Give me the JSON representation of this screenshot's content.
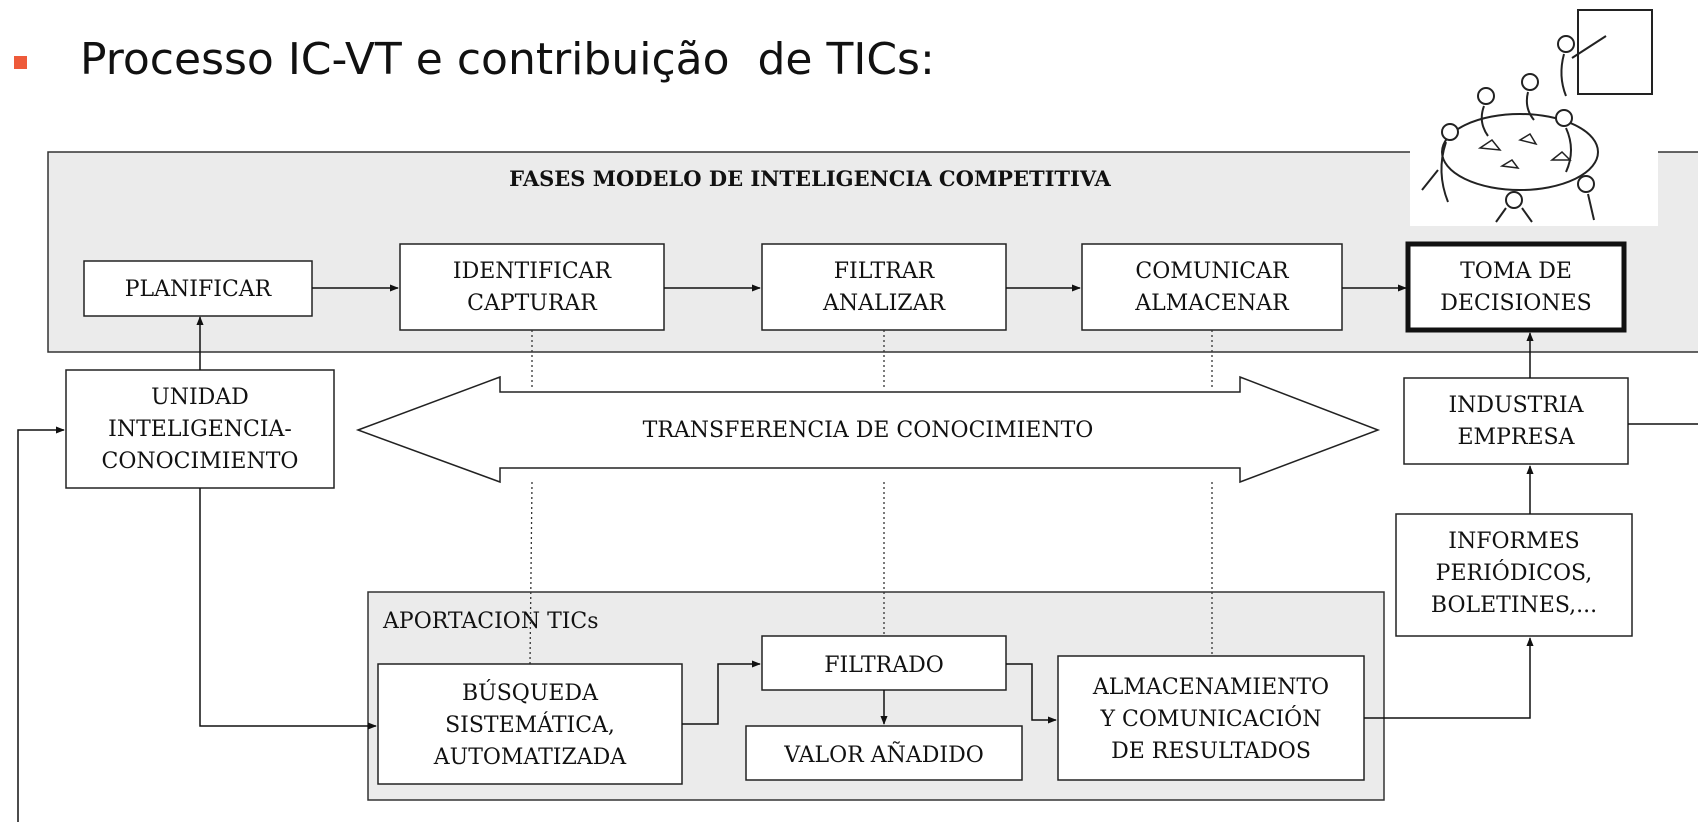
{
  "slide": {
    "bullet_color": "#ee5a3a",
    "title": "Processo IC-VT e contribuição  de TICs:"
  },
  "diagram": {
    "phases_panel_title": "FASES MODELO DE INTELIGENCIA COMPETITIVA",
    "phases": {
      "planificar": [
        "PLANIFICAR"
      ],
      "identificar": [
        "IDENTIFICAR",
        "CAPTURAR"
      ],
      "filtrar": [
        "FILTRAR",
        "ANALIZAR"
      ],
      "comunicar": [
        "COMUNICAR",
        "ALMACENAR"
      ],
      "toma": [
        "TOMA DE",
        "DECISIONES"
      ]
    },
    "unidad": [
      "UNIDAD",
      "INTELIGENCIA-",
      "CONOCIMIENTO"
    ],
    "transfer": "TRANSFERENCIA DE CONOCIMIENTO",
    "industria": [
      "INDUSTRIA",
      "EMPRESA"
    ],
    "informes": [
      "INFORMES",
      "PERIÓDICOS,",
      "BOLETINES,..."
    ],
    "tics_panel_title": "APORTACION TICs",
    "busqueda": [
      "BÚSQUEDA",
      "SISTEMÁTICA,",
      "AUTOMATIZADA"
    ],
    "filtrado": [
      "FILTRADO"
    ],
    "valor": [
      "VALOR AÑADIDO"
    ],
    "almacenamiento": [
      "ALMACENAMIENTO",
      "Y COMUNICACIÓN",
      "DE RESULTADOS"
    ]
  }
}
